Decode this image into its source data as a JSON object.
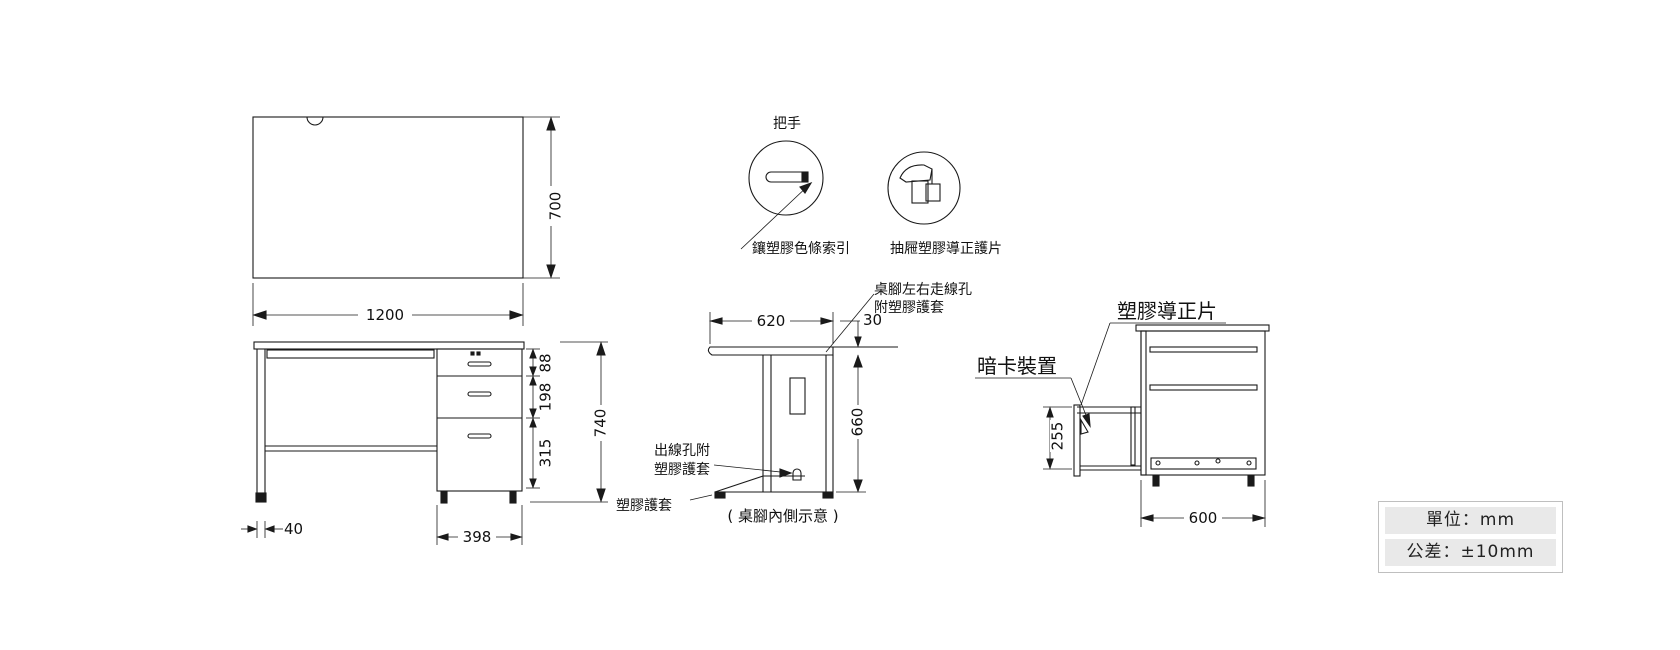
{
  "dimensions": {
    "top_depth": "700",
    "total_width": "1200",
    "drawer_top": "88",
    "drawer_mid": "198",
    "drawer_bottom": "315",
    "total_height": "740",
    "leg_width": "40",
    "pedestal_width": "398",
    "side_depth": "620",
    "top_offset": "30",
    "leg_height": "660",
    "drawer_detail": "255",
    "pedestal_depth": "600"
  },
  "labels": {
    "handle": "把手",
    "handle_strip": "鑲塑膠色條索引",
    "drawer_guide_plate": "抽屜塑膠導正護片",
    "leg_hole_line1": "桌腳左右走線孔",
    "leg_hole_line2": "附塑膠護套",
    "cable_hole_line1": "出線孔附",
    "cable_hole_line2": "塑膠護套",
    "plastic_cover": "塑膠護套",
    "leg_inner_view": "( 桌腳內側示意 )",
    "plastic_guide": "塑膠導正片",
    "hidden_lock": "暗卡裝置"
  },
  "legend": {
    "unit": "單位：mm",
    "tolerance": "公差：±10mm"
  }
}
